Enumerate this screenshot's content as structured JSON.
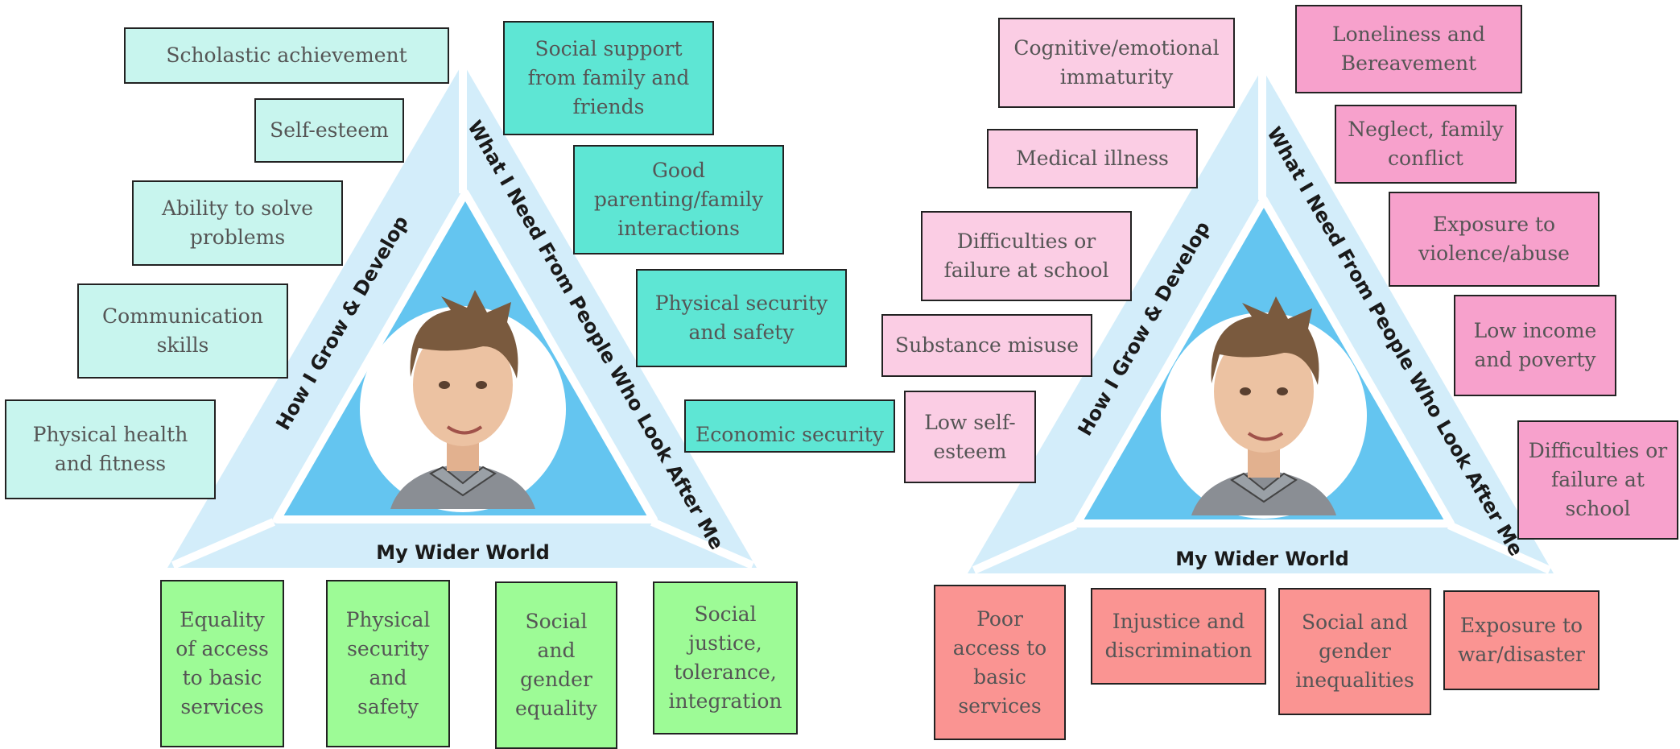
{
  "colors": {
    "outer_triangle": "#d3edfa",
    "inner_triangle": "#64c5f0",
    "protective_personal": "#c8f5ee",
    "protective_family": "#5ee6d4",
    "protective_world": "#9dfb96",
    "risk_personal": "#fbcde4",
    "risk_family": "#f7a1cc",
    "risk_world": "#fa9492"
  },
  "left_panel": {
    "side_left_label": "How I Grow & Develop",
    "side_right_label": "What I Need From People Who Look After Me",
    "bottom_label": "My Wider World",
    "personal_factors": [
      "Scholastic achievement",
      "Self-esteem",
      "Ability to solve\nproblems",
      "Communication\nskills",
      "Physical health\nand fitness"
    ],
    "family_factors": [
      "Social support\nfrom family and\nfriends",
      "Good\nparenting/family\ninteractions",
      "Physical security\nand safety",
      "Economic security"
    ],
    "world_factors": [
      "Equality\nof access\nto basic\nservices",
      "Physical\nsecurity\nand\nsafety",
      "Social\nand\ngender\nequality",
      "Social\njustice,\ntolerance,\nintegration"
    ]
  },
  "right_panel": {
    "side_left_label": "How I Grow & Develop",
    "side_right_label": "What I Need From People Who Look After Me",
    "bottom_label": "My Wider World",
    "personal_factors": [
      "Cognitive/emotional\nimmaturity",
      "Medical illness",
      "Difficulties or\nfailure at school",
      "Substance misuse",
      "Low self-\nesteem"
    ],
    "family_factors": [
      "Loneliness and\nBereavement",
      "Neglect, family\nconflict",
      "Exposure to\nviolence/abuse",
      "Low income\nand poverty",
      "Difficulties or\nfailure at\nschool"
    ],
    "world_factors": [
      "Poor\naccess to\nbasic\nservices",
      "Injustice and\ndiscrimination",
      "Social and\ngender\ninequalities",
      "Exposure to\nwar/disaster"
    ]
  }
}
